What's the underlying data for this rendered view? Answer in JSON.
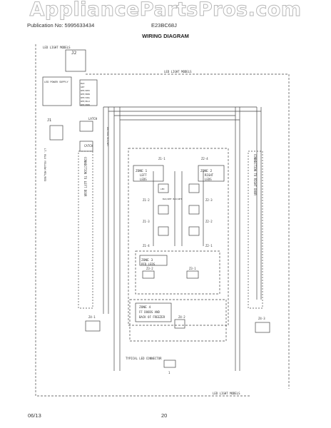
{
  "watermark": "AppliancePartsPros.com",
  "header": {
    "publication": "Publication No: 5995633434",
    "model": "E23BC68J",
    "title": "WIRING DIAGRAM"
  },
  "diagram": {
    "led_light_models_top": "LED LIGHT MODELS",
    "j2": "J2",
    "led_light_models_2": "LED LIGHT MODELS",
    "led_power_supply": "LED POWER SUPPLY",
    "pin_labels": [
      "BLK",
      "GRY",
      "WHT/RED",
      "WHT/BRN",
      "WHT/ORG",
      "WHT/BLU",
      "WHT/BRN"
    ],
    "j1": "J1",
    "latch": "LATCH",
    "catch": "CATCH",
    "wht_label": "WHT/ORG BLK/WHT",
    "left_stack": "LT. BLU YELLOW MEL/RED",
    "conn_left": "CONNECTION TO LEFT DOOR",
    "conn_right": "CONNECTION TO RIGHT DOOR",
    "zone1": "ZONE 1",
    "zone1_sub": "LEFT",
    "zone1_sub2": "LEDS",
    "zone2": "ZONE 2",
    "zone2_sub": "RIGHT",
    "zone2_sub2": "LEDS",
    "z1_1": "Z1-1",
    "z2_4": "Z2-4",
    "z1_2": "Z1-2",
    "z2_3": "Z2-3",
    "z1_3": "Z1-3",
    "z2_2": "Z2-2",
    "z1_4": "Z1-4",
    "z2_1": "Z2-1",
    "led": "LED",
    "blkwht": "BLK/WHT BLK/WHT",
    "zone3": "ZONE 3",
    "zone3_sub": "PFD LEDS",
    "z3_2": "Z3-2",
    "z3_1": "Z3-1",
    "zone4": "ZONE 4",
    "zone4_sub": "FF DOODS AND",
    "zone4_sub2": "BACK OF FREEZER",
    "z4_1": "Z4-1",
    "z4_2": "Z4-2",
    "z4_3": "Z4-3",
    "typical": "TYPICAL LED CONNECTOR",
    "one": "1",
    "led_light_models_bottom": "LED LIGHT MODELS"
  },
  "footer": {
    "date": "06/13",
    "page": "20"
  }
}
